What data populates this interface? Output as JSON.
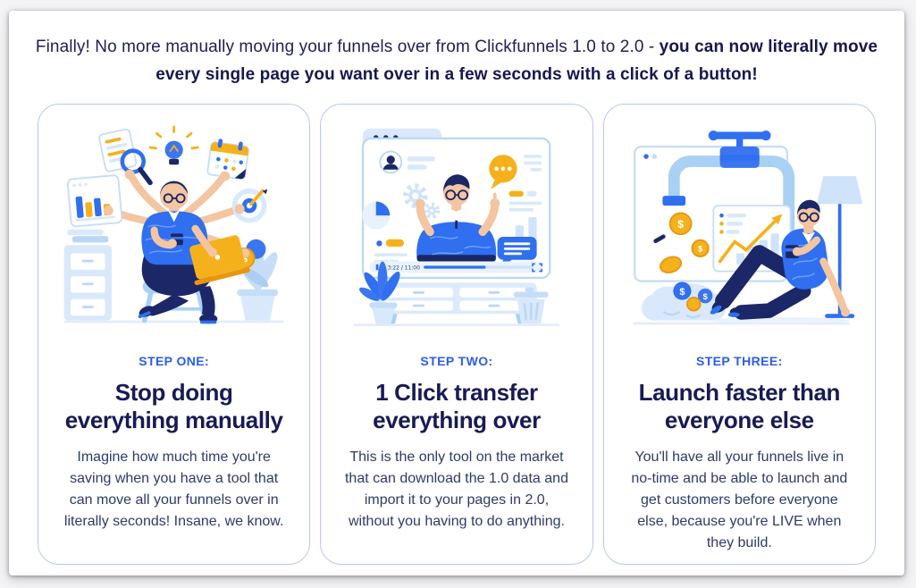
{
  "page": {
    "headline": {
      "regular": "Finally! No more manually moving your funnels over from Clickfunnels 1.0 to 2.0 - ",
      "bold": "you can now literally move every single page you want over in a few seconds with a click of a button!"
    }
  },
  "colors": {
    "accent_blue": "#2b5cf0",
    "heading_navy": "#181b55",
    "body_text": "#2d3a6b",
    "card_border": "#b9c6f3",
    "illustration_blue": "#2f6ff0",
    "illustration_light_blue": "#d9e9fb",
    "illustration_gold": "#f5b11c",
    "illustration_navy": "#1b2766",
    "skin_tone": "#f3c5a1"
  },
  "icons": {
    "dollar": "$"
  },
  "cards": [
    {
      "step": "STEP ONE:",
      "title_lines": [
        "Stop doing",
        "everything manually"
      ],
      "body": "Imagine how much time you're saving when you have a tool that can move all your funnels over in literally seconds! Insane, we know.",
      "illustration": "multitasking-person"
    },
    {
      "step": "STEP TWO:",
      "title_lines": [
        "1 Click transfer",
        "everything over"
      ],
      "body": "This is the only tool on the market that can download the 1.0 data and import it to your pages in 2.0, without you having to do anything.",
      "illustration": "video-presenter",
      "video_time": "3:22 / 11:00"
    },
    {
      "step": "STEP THREE:",
      "title_lines": [
        "Launch faster than",
        "everyone else"
      ],
      "body": "You'll have all your funnels live in no-time and be able to launch and get customers before everyone else, because you're LIVE when they build.",
      "illustration": "relaxed-launch"
    }
  ]
}
